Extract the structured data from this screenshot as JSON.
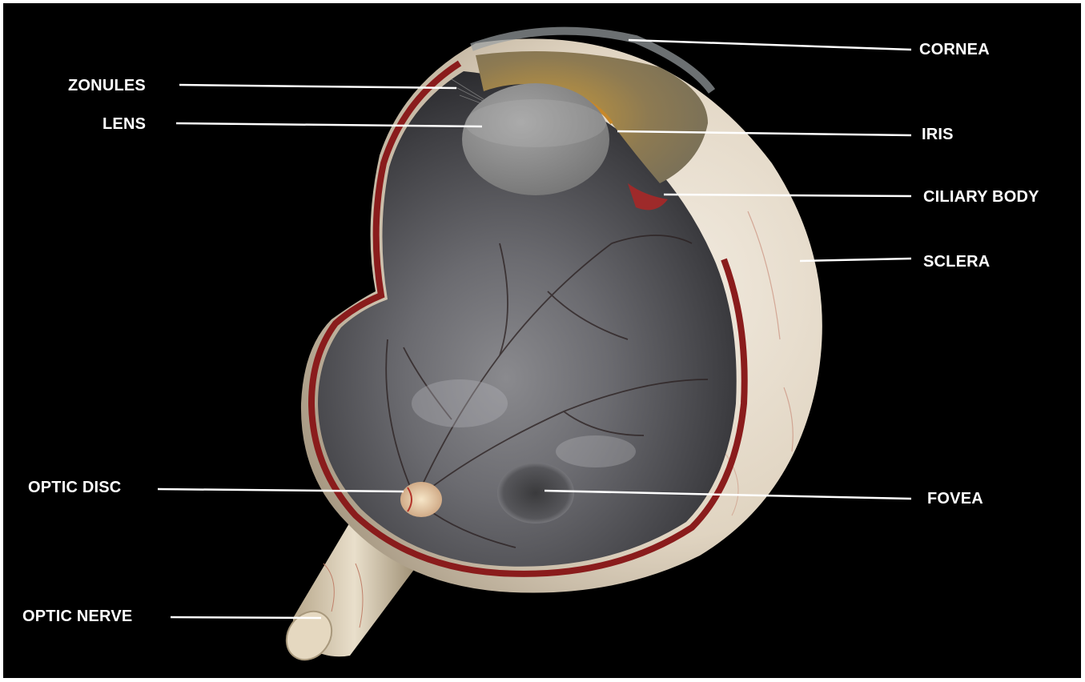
{
  "labels": {
    "cornea": "CORNEA",
    "zonules": "ZONULES",
    "lens": "LENS",
    "iris": "IRIS",
    "ciliary_body": "CILIARY BODY",
    "sclera": "SCLERA",
    "optic_disc": "OPTIC DISC",
    "fovea": "FOVEA",
    "optic_nerve": "OPTIC NERVE"
  },
  "colors": {
    "background": "#000000",
    "label_text": "#ffffff",
    "leader_line": "#ffffff",
    "sclera": "#e6dccd",
    "retina": "#5a5a5d",
    "choroid": "#8a1c1c",
    "lens": "#8e8e8e",
    "iris": "#b08a3e",
    "optic_nerve": "#d9cbb0"
  }
}
